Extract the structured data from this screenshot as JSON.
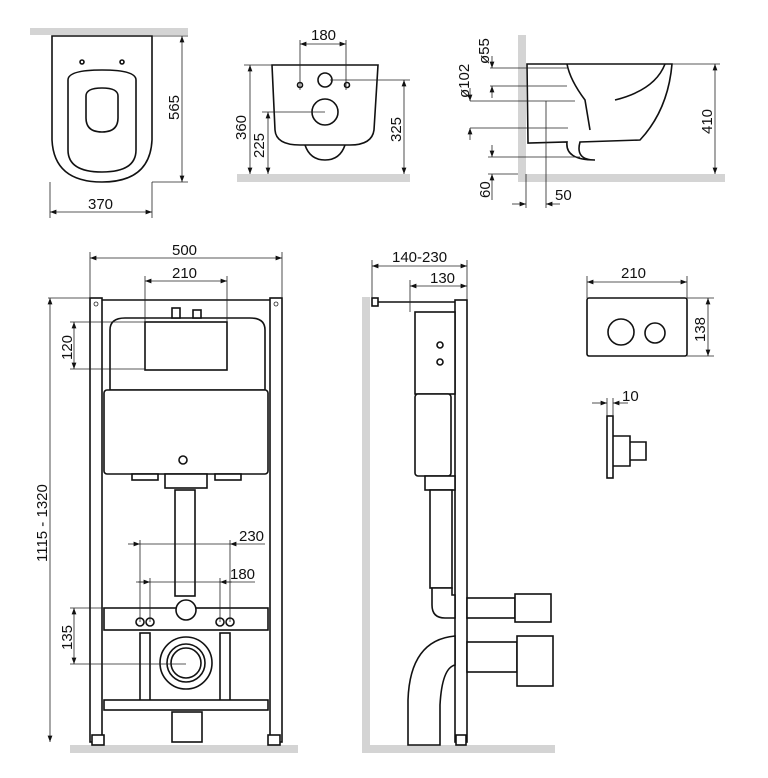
{
  "top_view": {
    "width": "370",
    "depth": "565"
  },
  "front_view": {
    "fixing_spacing": "180",
    "height_total": "360",
    "outlet_height": "225",
    "inlet_height": "325"
  },
  "side_view": {
    "inlet_diameter": "ø55",
    "outlet_diameter": "ø102",
    "height": "410",
    "floor_gap": "60",
    "wall_offset": "50"
  },
  "frame_front": {
    "width": "500",
    "tank_opening_width": "210",
    "opening_height": "120",
    "frame_height": "1115 - 1320",
    "bolt_spacing_outer": "230",
    "bolt_spacing_inner": "180",
    "outlet_offset": "135"
  },
  "frame_side": {
    "depth_range": "140-230",
    "depth": "130"
  },
  "flush_plate": {
    "width": "210",
    "height": "138",
    "thickness": "10"
  }
}
